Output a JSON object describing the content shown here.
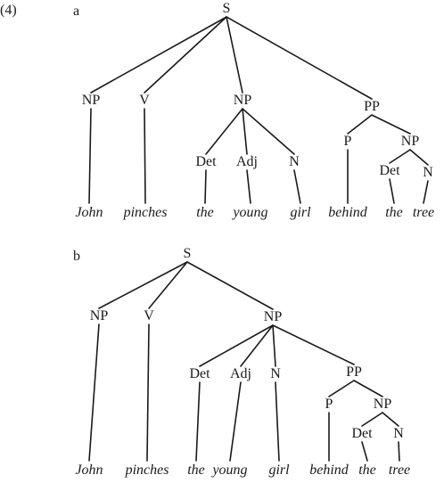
{
  "example_number": "(4)",
  "trees": [
    {
      "label": "a",
      "nodes": [
        {
          "id": "S",
          "label": "S"
        },
        {
          "id": "NP1",
          "label": "NP"
        },
        {
          "id": "V",
          "label": "V"
        },
        {
          "id": "NP2",
          "label": "NP"
        },
        {
          "id": "PP",
          "label": "PP"
        },
        {
          "id": "Det1",
          "label": "Det"
        },
        {
          "id": "Adj",
          "label": "Adj"
        },
        {
          "id": "N1",
          "label": "N"
        },
        {
          "id": "P",
          "label": "P"
        },
        {
          "id": "NP3",
          "label": "NP"
        },
        {
          "id": "Det2",
          "label": "Det"
        },
        {
          "id": "N2",
          "label": "N"
        },
        {
          "id": "w1",
          "label": "John",
          "word": true
        },
        {
          "id": "w2",
          "label": "pinches",
          "word": true
        },
        {
          "id": "w3",
          "label": "the",
          "word": true
        },
        {
          "id": "w4",
          "label": "young",
          "word": true
        },
        {
          "id": "w5",
          "label": "girl",
          "word": true
        },
        {
          "id": "w6",
          "label": "behind",
          "word": true
        },
        {
          "id": "w7",
          "label": "the",
          "word": true
        },
        {
          "id": "w8",
          "label": "tree",
          "word": true
        }
      ],
      "edges": [
        [
          "S",
          "NP1"
        ],
        [
          "S",
          "V"
        ],
        [
          "S",
          "NP2"
        ],
        [
          "S",
          "PP"
        ],
        [
          "NP1",
          "w1"
        ],
        [
          "V",
          "w2"
        ],
        [
          "NP2",
          "Det1"
        ],
        [
          "NP2",
          "Adj"
        ],
        [
          "NP2",
          "N1"
        ],
        [
          "Det1",
          "w3"
        ],
        [
          "Adj",
          "w4"
        ],
        [
          "N1",
          "w5"
        ],
        [
          "PP",
          "P"
        ],
        [
          "PP",
          "NP3"
        ],
        [
          "P",
          "w6"
        ],
        [
          "NP3",
          "Det2"
        ],
        [
          "NP3",
          "N2"
        ],
        [
          "Det2",
          "w7"
        ],
        [
          "N2",
          "w8"
        ]
      ]
    },
    {
      "label": "b",
      "nodes": [
        {
          "id": "S",
          "label": "S"
        },
        {
          "id": "NP1",
          "label": "NP"
        },
        {
          "id": "V",
          "label": "V"
        },
        {
          "id": "NP2",
          "label": "NP"
        },
        {
          "id": "Det1",
          "label": "Det"
        },
        {
          "id": "Adj",
          "label": "Adj"
        },
        {
          "id": "N1",
          "label": "N"
        },
        {
          "id": "PP",
          "label": "PP"
        },
        {
          "id": "P",
          "label": "P"
        },
        {
          "id": "NP3",
          "label": "NP"
        },
        {
          "id": "Det2",
          "label": "Det"
        },
        {
          "id": "N2",
          "label": "N"
        },
        {
          "id": "w1",
          "label": "John",
          "word": true
        },
        {
          "id": "w2",
          "label": "pinches",
          "word": true
        },
        {
          "id": "w3",
          "label": "the",
          "word": true
        },
        {
          "id": "w4",
          "label": "young",
          "word": true
        },
        {
          "id": "w5",
          "label": "girl",
          "word": true
        },
        {
          "id": "w6",
          "label": "behind",
          "word": true
        },
        {
          "id": "w7",
          "label": "the",
          "word": true
        },
        {
          "id": "w8",
          "label": "tree",
          "word": true
        }
      ],
      "edges": [
        [
          "S",
          "NP1"
        ],
        [
          "S",
          "V"
        ],
        [
          "S",
          "NP2"
        ],
        [
          "NP1",
          "w1"
        ],
        [
          "V",
          "w2"
        ],
        [
          "NP2",
          "Det1"
        ],
        [
          "NP2",
          "Adj"
        ],
        [
          "NP2",
          "N1"
        ],
        [
          "NP2",
          "PP"
        ],
        [
          "Det1",
          "w3"
        ],
        [
          "Adj",
          "w4"
        ],
        [
          "N1",
          "w5"
        ],
        [
          "PP",
          "P"
        ],
        [
          "PP",
          "NP3"
        ],
        [
          "P",
          "w6"
        ],
        [
          "NP3",
          "Det2"
        ],
        [
          "NP3",
          "N2"
        ],
        [
          "Det2",
          "w7"
        ],
        [
          "N2",
          "w8"
        ]
      ]
    }
  ]
}
